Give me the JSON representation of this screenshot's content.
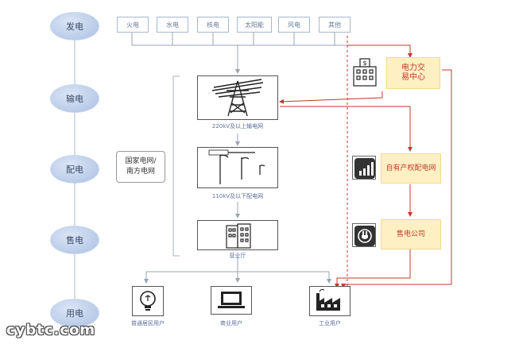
{
  "stages": [
    "发电",
    "输电",
    "配电",
    "售电",
    "用电"
  ],
  "sources": [
    "火电",
    "水电",
    "核电",
    "太阳能",
    "风电",
    "其他"
  ],
  "grid_label_lines": [
    "国家电网/",
    "南方电网"
  ],
  "grid_nodes": {
    "transmission_caption": "220kV及以上输电网",
    "distribution_caption": "110kV及以下配电网",
    "hall_caption": "营业厅"
  },
  "market_players": {
    "exchange_lines": [
      "电力交",
      "易中心"
    ],
    "private_grid": "自有产权配电网",
    "sales_company": "售电公司"
  },
  "users": [
    "普通居民用户",
    "商业用户",
    "工业用户"
  ],
  "watermark": "cybtc.com",
  "colors": {
    "flow_gray": "#9aa4b2",
    "flow_red": "#c0392b",
    "stage_blue": "#b9cbe8",
    "highlight_yellow": "#fff0c4"
  }
}
